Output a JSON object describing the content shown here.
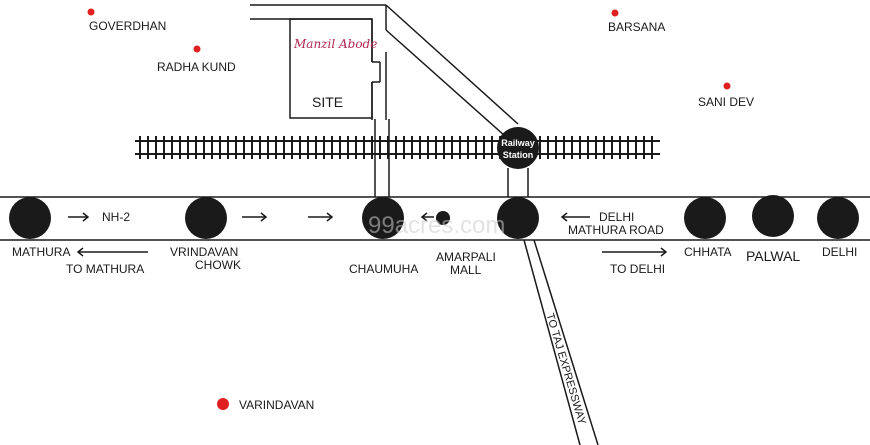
{
  "places": {
    "goverdhan": "GOVERDHAN",
    "radha_kund": "RADHA KUND",
    "barsana": "BARSANA",
    "sani_dev": "SANI DEV",
    "varindavan": "VARINDAVAN"
  },
  "site": {
    "brand": "Manzil Abode",
    "label": "SITE"
  },
  "railway_station": {
    "line1": "Railway",
    "line2": "Station"
  },
  "highway": {
    "nh2": "NH-2",
    "delhi_mathura_road_line1": "DELHI",
    "delhi_mathura_road_line2": "MATHURA ROAD",
    "to_mathura": "TO MATHURA",
    "to_delhi": "TO DELHI",
    "to_taj_expressway": "TO TAJ EXPRESSWAY"
  },
  "stops": {
    "mathura": "MATHURA",
    "vrindavan_chowk_line1": "VRINDAVAN",
    "vrindavan_chowk_line2": "CHOWK",
    "chaumuha": "CHAUMUHA",
    "amarpali_line1": "AMARPALI",
    "amarpali_line2": "MALL",
    "chhata": "CHHATA",
    "palwal": "PALWAL",
    "delhi": "DELHI"
  },
  "watermark": "99acres.com",
  "colors": {
    "marker_red": "#e02020",
    "stop_fill": "#1a1a1a",
    "line": "#1a1a1a",
    "brand": "#b0264f"
  }
}
